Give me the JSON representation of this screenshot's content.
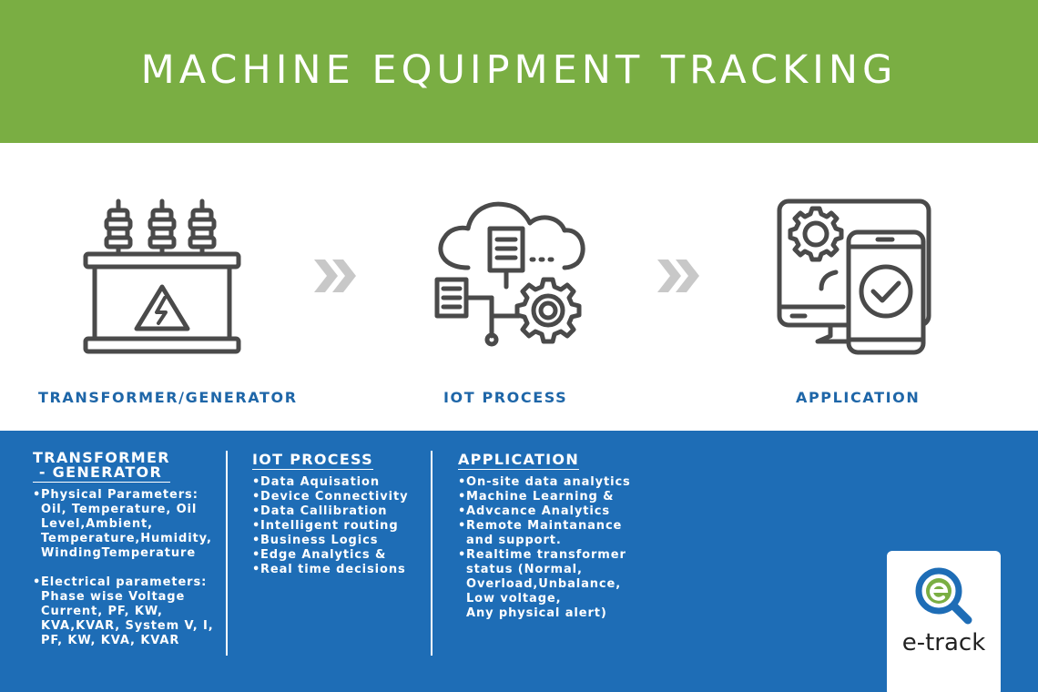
{
  "header": {
    "title": "MACHINE EQUIPMENT TRACKING"
  },
  "stages": [
    {
      "label": "TRANSFORMER/GENERATOR",
      "icon": "transformer-icon"
    },
    {
      "label": "IOT PROCESS",
      "icon": "cloud-iot-icon"
    },
    {
      "label": "APPLICATION",
      "icon": "device-application-icon"
    }
  ],
  "columns": {
    "transformer": {
      "title_line1": "TRANSFORMER",
      "title_line2": " - GENERATOR",
      "items": [
        [
          "Physical Parameters:",
          "Oil, Temperature, Oil",
          "Level,Ambient,",
          "Temperature,Humidity,",
          "WindingTemperature"
        ],
        [
          "Electrical parameters:",
          "Phase wise Voltage",
          "Current, PF, KW,",
          "KVA,KVAR, System V, I,",
          "PF, KW, KVA, KVAR"
        ]
      ]
    },
    "iot": {
      "title": "IOT PROCESS",
      "items": [
        "Data Aquisation",
        "Device Connectivity",
        "Data Callibration",
        "Intelligent routing",
        "Business Logics",
        "Edge Analytics &",
        "Real time decisions"
      ]
    },
    "application": {
      "title": "APPLICATION",
      "items": [
        [
          "On-site data analytics"
        ],
        [
          "Machine Learning &"
        ],
        [
          "Advcance Analytics"
        ],
        [
          "Remote Maintanance",
          "and support."
        ],
        [
          "Realtime transformer",
          "status (Normal,",
          "Overload,Unbalance,",
          "Low voltage,",
          "Any physical alert)"
        ]
      ]
    }
  },
  "logo": {
    "text": "e-track",
    "accent": "#1e6db6",
    "icon": "search-magnifier-e-icon"
  },
  "colors": {
    "header_bg": "#7aae43",
    "bottom_bg": "#1e6db6",
    "label_blue": "#1e66a8",
    "icon_gray": "#4a4a4a",
    "arrow_gray": "#c8c8c8"
  }
}
